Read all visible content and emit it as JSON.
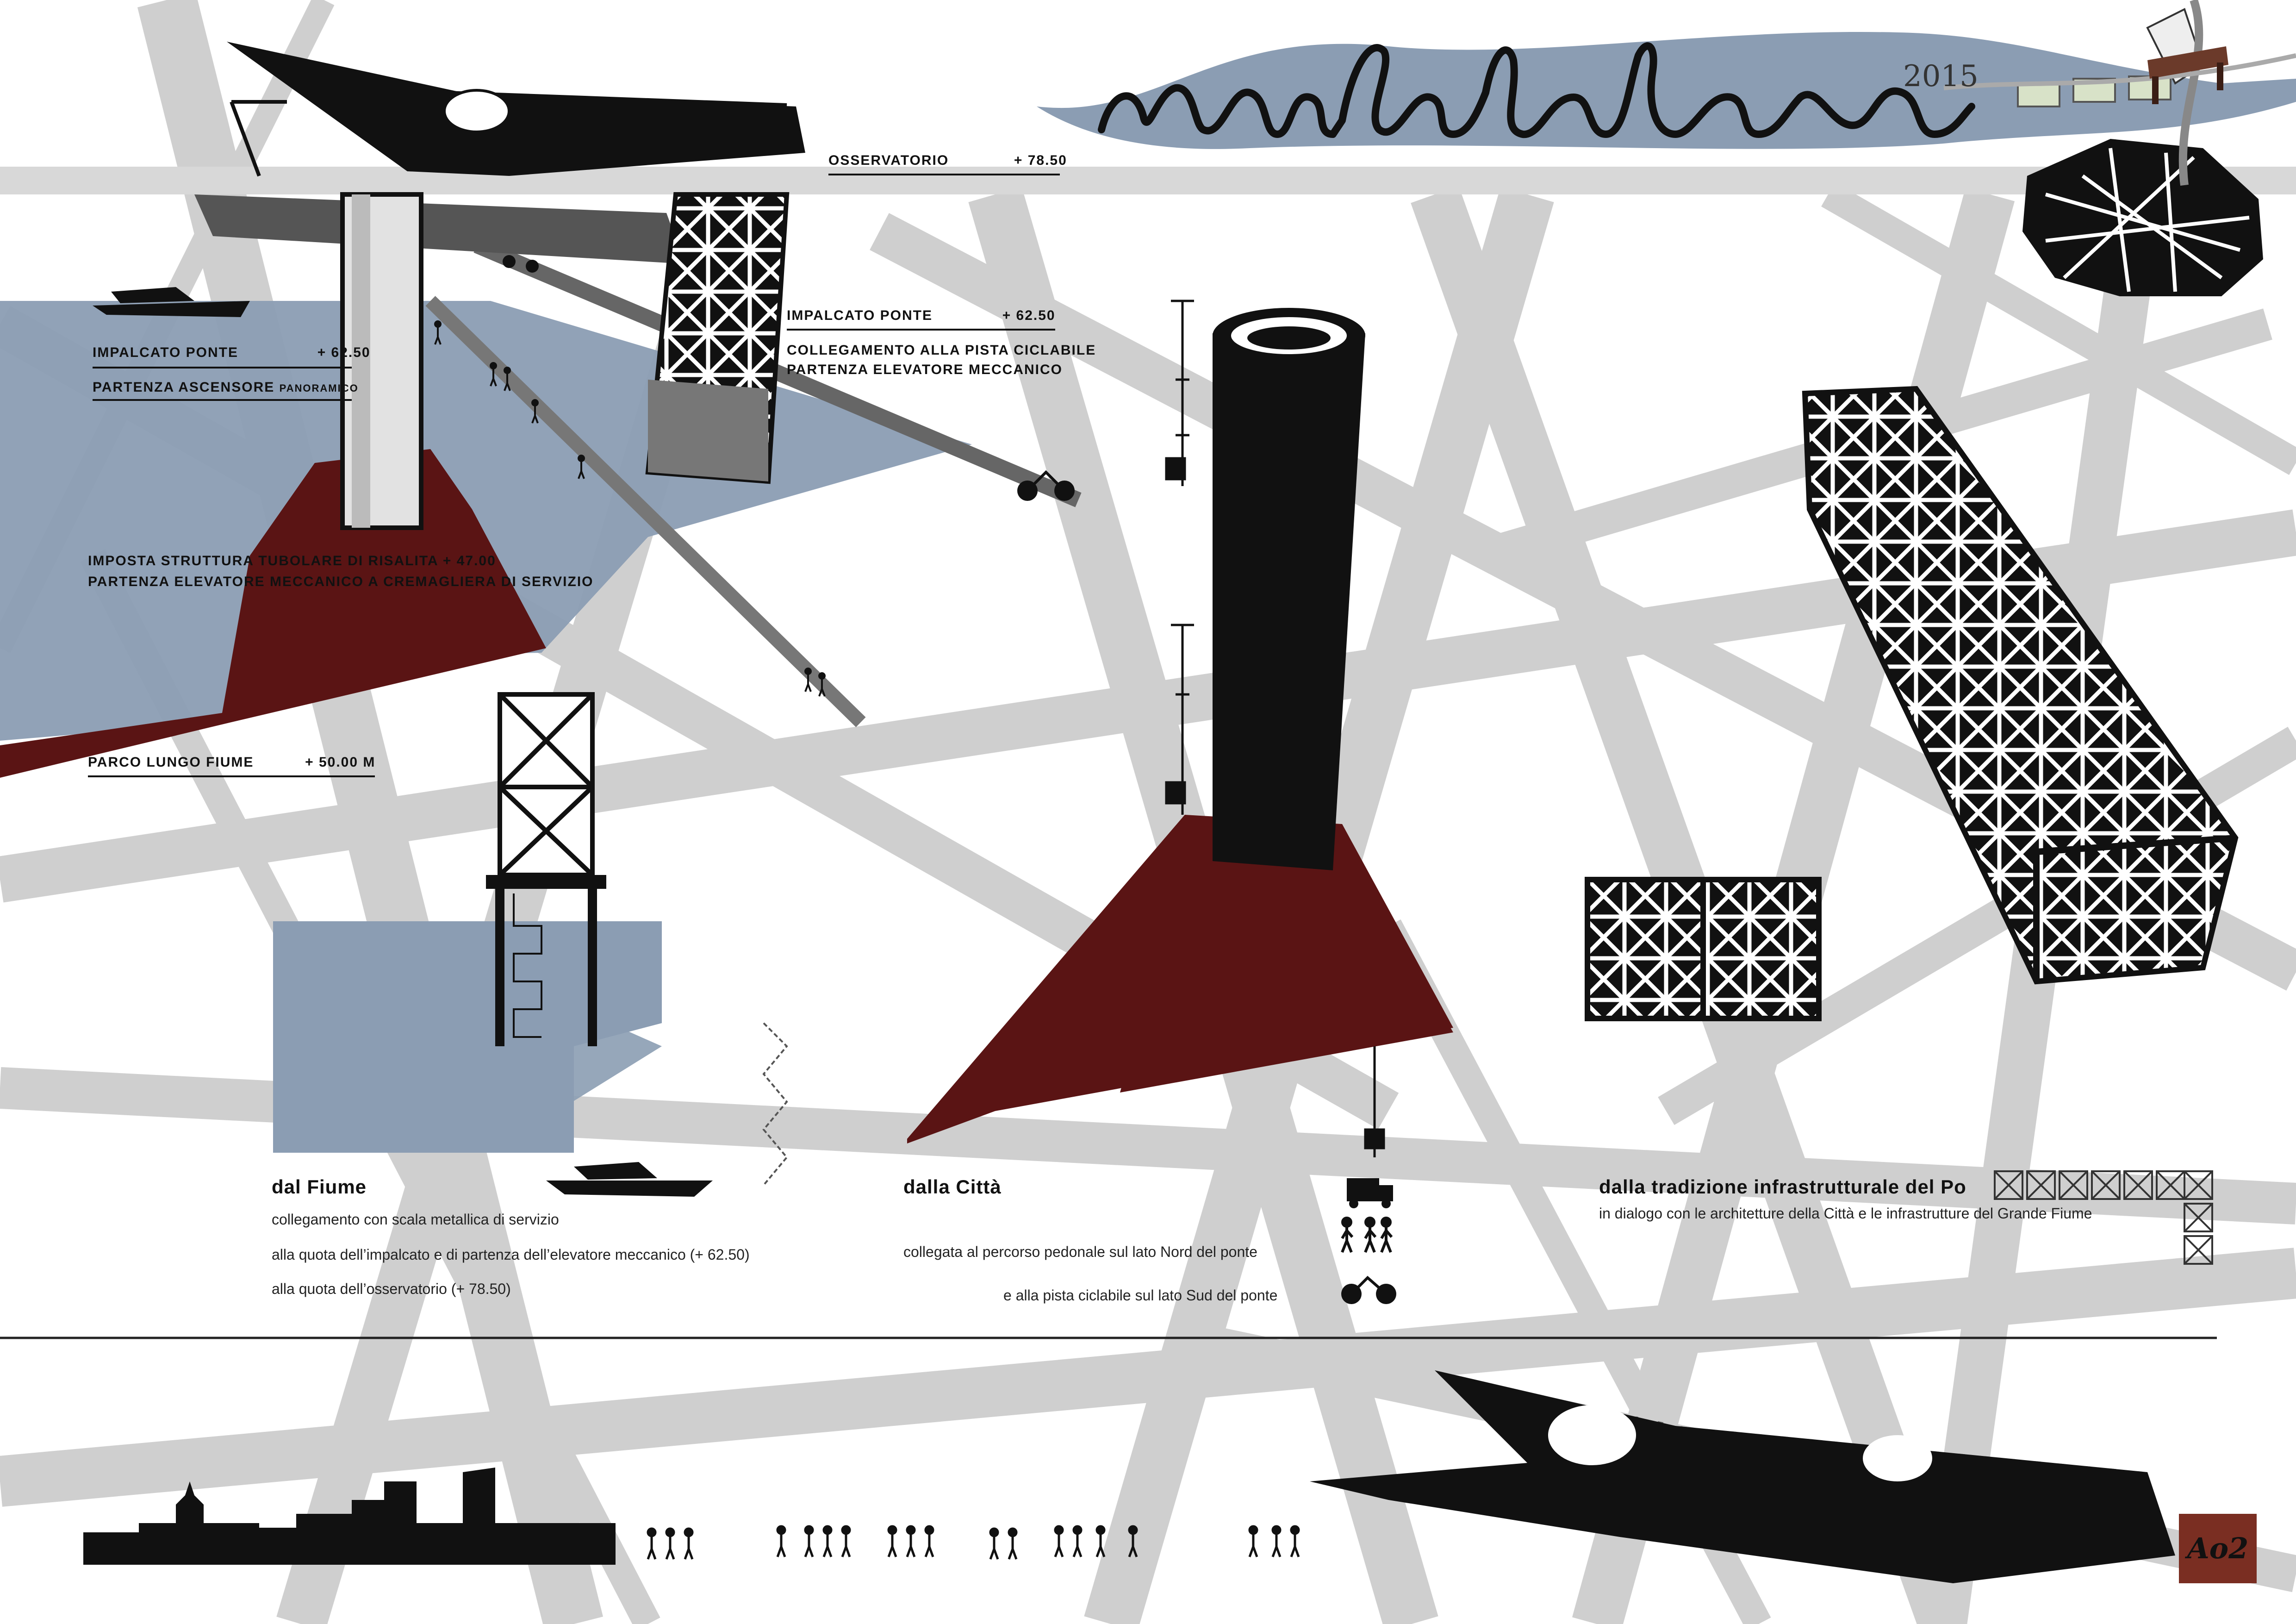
{
  "title": {
    "logo_script": "mafalda",
    "year": "2015"
  },
  "labels": {
    "osservatorio": {
      "name": "OSSERVATORIO",
      "value": "+ 78.50"
    },
    "impalcato_right": {
      "name": "IMPALCATO  PONTE",
      "value": "+ 62.50"
    },
    "collegamento": [
      "COLLEGAMENTO  ALLA PISTA  CICLABILE",
      "PARTENZA  ELEVATORE  MECCANICO"
    ],
    "impalcato_left": {
      "name": "IMPALCATO PONTE",
      "value": "+ 62.50"
    },
    "partenza_ascensore": {
      "main": "PARTENZA ASCENSORE",
      "small": "PANORAMICO"
    },
    "imposta": [
      "IMPOSTA  STRUTTURA  TUBOLARE  DI  RISALITA  + 47.00",
      "PARTENZA  ELEVATORE  MECCANICO  A  CREMAGLIERA  DI  SERVIZIO"
    ],
    "parco": {
      "name": "PARCO  LUNGO  FIUME",
      "value": "+ 50.00 M"
    }
  },
  "sections": {
    "fiume": {
      "title": "dal  Fiume",
      "lines": [
        "collegamento  con  scala  metallica  di  servizio",
        "alla  quota  dell’impalcato  e di  partenza  dell’elevatore meccanico  (+ 62.50)",
        "alla  quota  dell’osservatorio  (+  78.50)"
      ]
    },
    "citta": {
      "title": "dalla  Città",
      "lines": [
        "collegata al percorso pedonale sul lato Nord del ponte",
        "e alla pista ciclabile sul lato Sud del ponte"
      ]
    },
    "tradizione": {
      "title": "dalla  tradizione  infrastrutturale del  Po",
      "line": "in dialogo con le architetture della Città e le infrastrutture del Grande Fiume"
    }
  },
  "sheet_number": "Ao2",
  "icons": [
    "boat-icon",
    "pedestrian-icon",
    "bicycle-icon",
    "truck-icon",
    "elevator-icon",
    "truss-module-icon",
    "city-map-icon",
    "bench-icon"
  ],
  "colors": {
    "sky_blue": "#8b9db3",
    "oxblood": "#5a1414",
    "truss_gray": "#c8c8c8",
    "ink": "#111111",
    "stamp": "#7a2e22"
  }
}
